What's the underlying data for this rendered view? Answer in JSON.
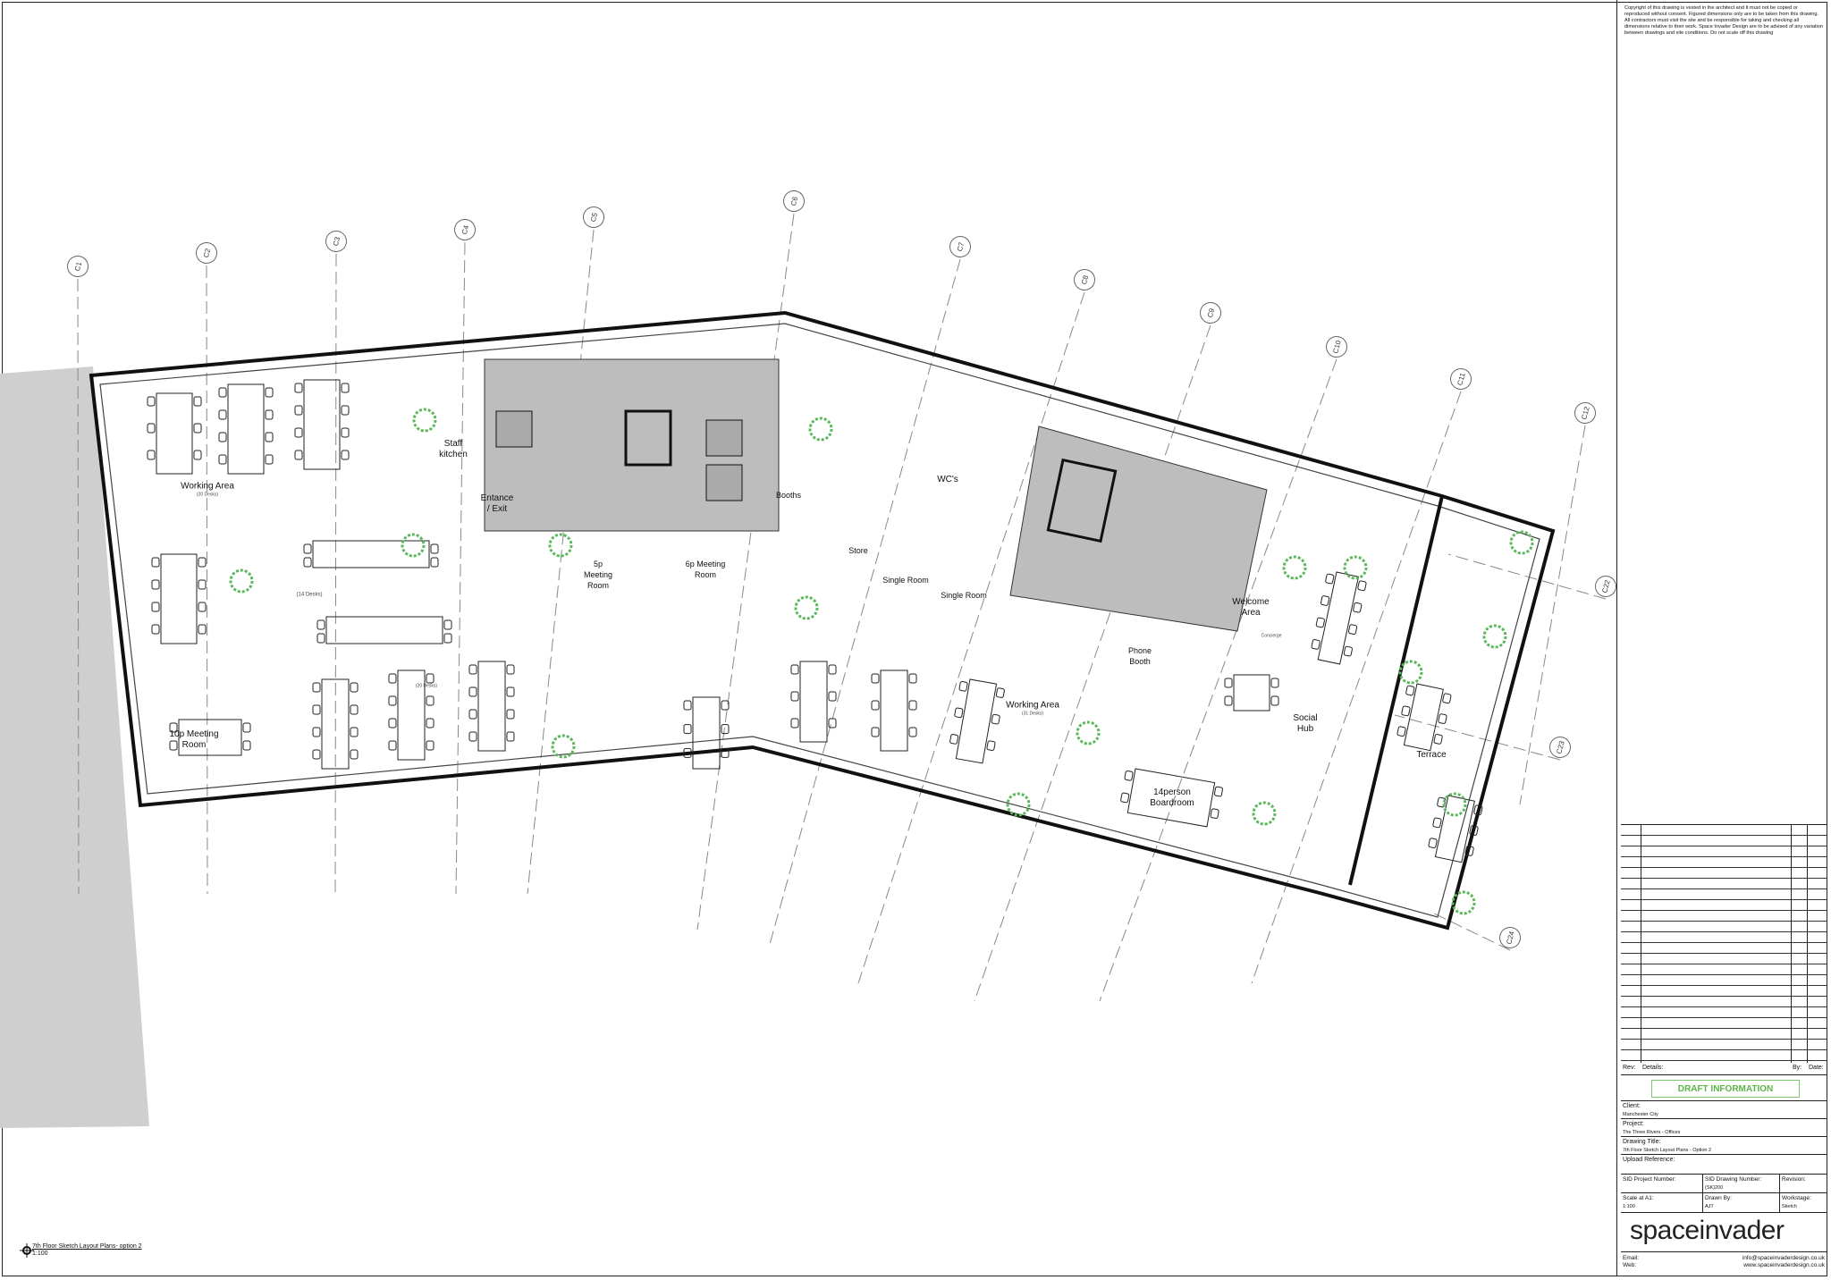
{
  "drawing": {
    "view_title": "7th Floor Sketch Layout Plans- option 2",
    "view_scale": "1:100",
    "grid_labels": [
      "C1",
      "C2",
      "C3",
      "C4",
      "C5",
      "C6",
      "C7",
      "C8",
      "C9",
      "C10",
      "C11",
      "C12",
      "C22",
      "C23",
      "C24"
    ],
    "rooms": {
      "working_area_1": "Working Area",
      "working_area_1_desks": "(20 Desks)",
      "staff_kitchen": "Staff kitchen",
      "entrance": "Entance / Exit",
      "desks_14": "(14 Desks)",
      "meeting_5p": "5p Meeting Room",
      "meeting_6p": "6p Meeting Room",
      "booths": "Booths",
      "wcs": "WC's",
      "store": "Store",
      "single_room_1": "Single Room",
      "single_room_2": "Single Room",
      "phone_booth": "Phone Booth",
      "welcome_area": "Welcome Area",
      "concierge": "Concierge",
      "social_hub": "Social Hub",
      "terrace": "Terrace",
      "meeting_10p": "10p Meeting Room",
      "desks_20b": "(20 Desks)",
      "working_area_2": "Working Area",
      "working_area_2_desks": "(31 Desks)",
      "boardroom": "14person Boardroom"
    },
    "colors": {
      "core": "#bdbdbd",
      "plant": "#5cb85c",
      "draft": "#5bb54a"
    }
  },
  "title_block": {
    "copyright": "Copyright of this drawing is vested in the architect and it must not be copied or reproduced without consent. Figured dimensions only are to be taken from this drawing. All contractors must visit the site and be responsible for taking and checking all dimensions relative to their work. Space Invader Design are to be advised of any variation between drawings and site conditions. Do not scale off this drawing",
    "rev_label": "Rev:",
    "details_label": "Details:",
    "by_label": "By:",
    "date_label": "Date:",
    "draft": "DRAFT INFORMATION",
    "client_label": "Client:",
    "client": "Manchester City",
    "project_label": "Project:",
    "project": "The Three Rivers - Offices",
    "drawing_title_label": "Drawing Title:",
    "drawing_title": "7th Floor Sketch Layout Plans - Option 2",
    "upload_label": "Upload Reference:",
    "sid_project_label": "SID Project Number:",
    "sid_drawing_label": "SID Drawing Number:",
    "sid_drawing": "(SK)200",
    "revision_label": "Revision:",
    "scale_label": "Scale at A1:",
    "scale": "1:100",
    "drawn_label": "Drawn By:",
    "drawn": "AJT",
    "workstage_label": "Workstage:",
    "workstage": "Sketch",
    "logo": "spaceinvader",
    "email_label": "Email:",
    "email": "info@spaceinvaderdesign.co.uk",
    "web_label": "Web:",
    "web": "www.spaceinvaderdesign.co.uk"
  }
}
